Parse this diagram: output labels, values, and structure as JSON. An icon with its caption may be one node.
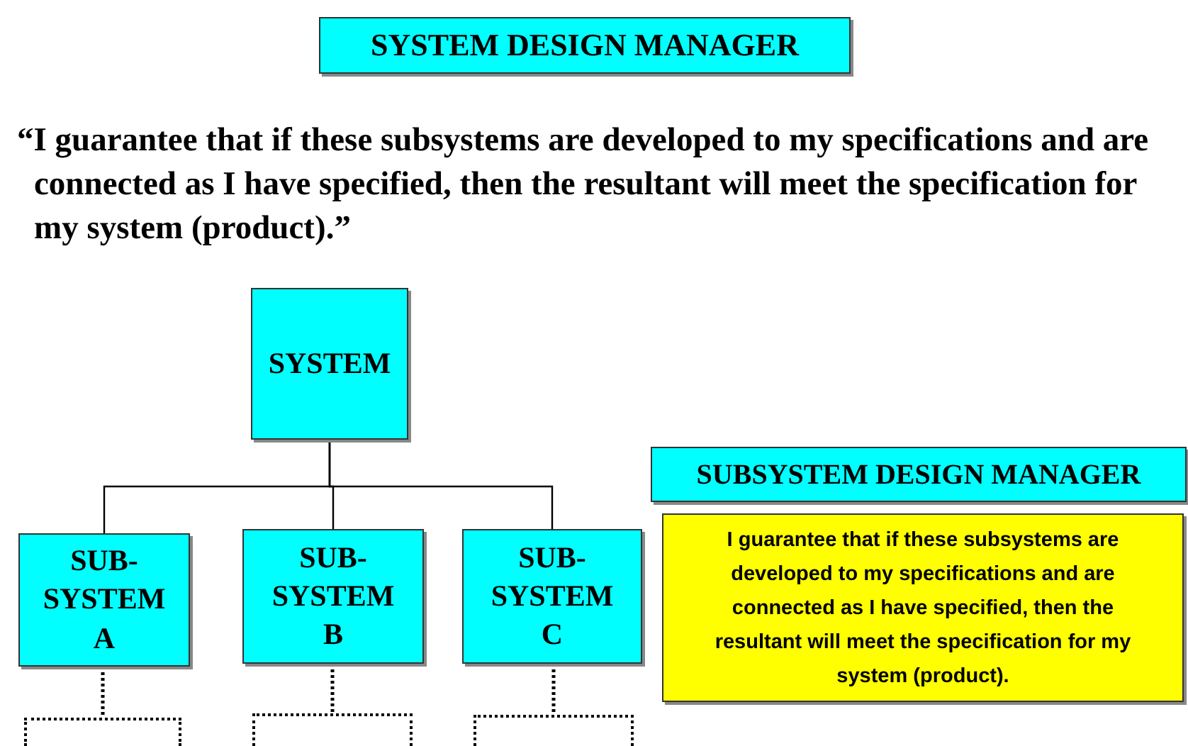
{
  "diagram": {
    "nodes": [
      {
        "text": [
          "SYSTEM DESIGN MANAGER"
        ]
      },
      {
        "text": [
          "SYSTEM"
        ]
      },
      {
        "text": [
          "SUB- SYSTEM A"
        ]
      },
      {
        "text": [
          "SUB- SYSTEM B"
        ]
      },
      {
        "text": [
          "SUB- SYSTEM C"
        ]
      },
      {
        "text": [],
        "shape": "box"
      },
      {
        "text": [],
        "shape": "box"
      },
      {
        "text": [],
        "shape": "box"
      },
      {
        "text": [
          "SUBSYSTEM DESIGN MANAGER"
        ]
      },
      {
        "text": [
          "I guarantee that if these subsystems are developed to my specifications and are connected as I have specified, then the resultant will meet the specification for my system (product)."
        ]
      }
    ],
    "edges": [
      {
        "from": 1,
        "to": 2,
        "arrow": "none"
      },
      {
        "from": 1,
        "to": 3,
        "arrow": "none"
      },
      {
        "from": 1,
        "to": 4,
        "arrow": "none"
      },
      {
        "from": 2,
        "to": 5,
        "arrow": "none",
        "style": "dashed"
      },
      {
        "from": 3,
        "to": 6,
        "arrow": "none",
        "style": "dashed"
      },
      {
        "from": 4,
        "to": 7,
        "arrow": "none",
        "style": "dashed"
      }
    ],
    "labels": [
      "“I guarantee that if these subsystems are developed to my specifications and are connected as I have specified, then the resultant will meet the specification for my system (product).”"
    ]
  }
}
